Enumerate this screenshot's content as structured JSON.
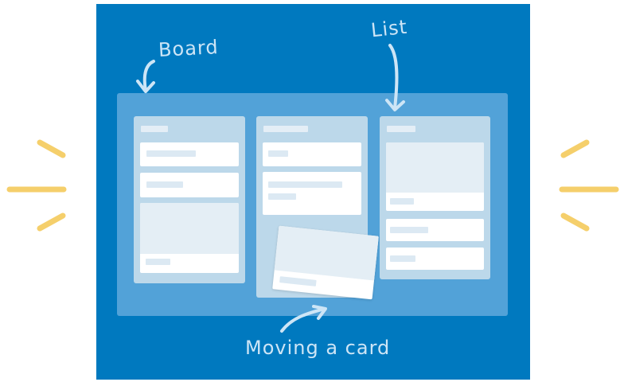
{
  "labels": {
    "board": "Board",
    "list": "List",
    "moving_card": "Moving a card"
  },
  "colors": {
    "background": "#0079bf",
    "board": "#52a2d8",
    "list": "#bcd8ea",
    "card": "#ffffff",
    "accent_rays": "#f5cf6b",
    "annotation": "#cde5f6"
  },
  "icons": [
    "arrow-board",
    "arrow-list",
    "arrow-moving-card",
    "sparkle-rays-left",
    "sparkle-rays-right"
  ]
}
